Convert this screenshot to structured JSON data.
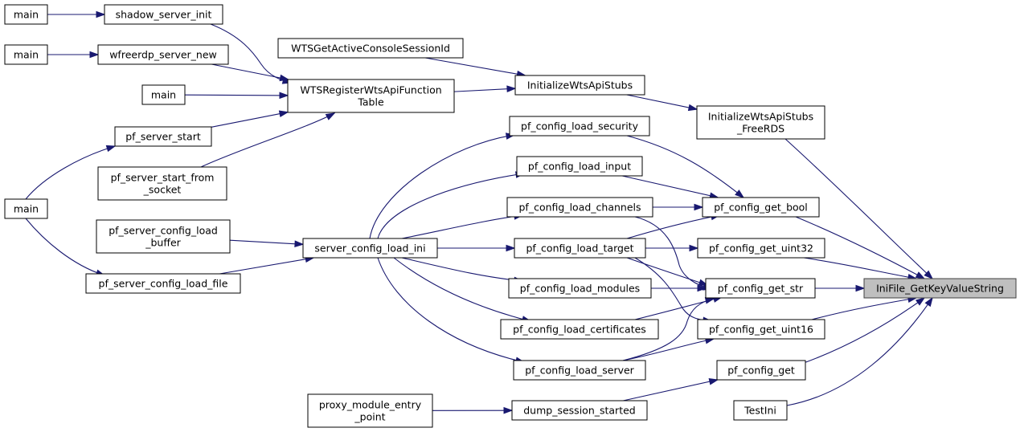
{
  "diagram": {
    "nodes": [
      {
        "id": "main1",
        "label": "main"
      },
      {
        "id": "shadow_server_init",
        "label": "shadow_server_init"
      },
      {
        "id": "main2",
        "label": "main"
      },
      {
        "id": "wfreerdp_server_new",
        "label": "wfreerdp_server_new"
      },
      {
        "id": "main3",
        "label": "main"
      },
      {
        "id": "WTSGetActiveConsoleSessionId",
        "label": "WTSGetActiveConsoleSessionId"
      },
      {
        "id": "WTSRegisterWtsApiFunctionTable",
        "label": "WTSRegisterWtsApiFunction\nTable"
      },
      {
        "id": "InitializeWtsApiStubs",
        "label": "InitializeWtsApiStubs"
      },
      {
        "id": "InitializeWtsApiStubs_FreeRDS",
        "label": "InitializeWtsApiStubs\n_FreeRDS"
      },
      {
        "id": "pf_server_start",
        "label": "pf_server_start"
      },
      {
        "id": "pf_server_start_from_socket",
        "label": "pf_server_start_from\n_socket"
      },
      {
        "id": "main4",
        "label": "main"
      },
      {
        "id": "pf_server_config_load_buffer",
        "label": "pf_server_config_load\n_buffer"
      },
      {
        "id": "pf_server_config_load_file",
        "label": "pf_server_config_load_file"
      },
      {
        "id": "server_config_load_ini",
        "label": "server_config_load_ini"
      },
      {
        "id": "pf_config_load_security",
        "label": "pf_config_load_security"
      },
      {
        "id": "pf_config_load_input",
        "label": "pf_config_load_input"
      },
      {
        "id": "pf_config_load_channels",
        "label": "pf_config_load_channels"
      },
      {
        "id": "pf_config_load_target",
        "label": "pf_config_load_target"
      },
      {
        "id": "pf_config_load_modules",
        "label": "pf_config_load_modules"
      },
      {
        "id": "pf_config_load_certificates",
        "label": "pf_config_load_certificates"
      },
      {
        "id": "pf_config_load_server",
        "label": "pf_config_load_server"
      },
      {
        "id": "proxy_module_entry_point",
        "label": "proxy_module_entry\n_point"
      },
      {
        "id": "dump_session_started",
        "label": "dump_session_started"
      },
      {
        "id": "pf_config_get_bool",
        "label": "pf_config_get_bool"
      },
      {
        "id": "pf_config_get_uint32",
        "label": "pf_config_get_uint32"
      },
      {
        "id": "pf_config_get_str",
        "label": "pf_config_get_str"
      },
      {
        "id": "pf_config_get_uint16",
        "label": "pf_config_get_uint16"
      },
      {
        "id": "pf_config_get",
        "label": "pf_config_get"
      },
      {
        "id": "TestIni",
        "label": "TestIni"
      },
      {
        "id": "IniFile_GetKeyValueString",
        "label": "IniFile_GetKeyValueString",
        "highlight": true
      }
    ],
    "edges": [
      {
        "from": "main1",
        "to": "shadow_server_init"
      },
      {
        "from": "main2",
        "to": "wfreerdp_server_new"
      },
      {
        "from": "shadow_server_init",
        "to": "WTSRegisterWtsApiFunctionTable"
      },
      {
        "from": "wfreerdp_server_new",
        "to": "WTSRegisterWtsApiFunctionTable"
      },
      {
        "from": "main3",
        "to": "WTSRegisterWtsApiFunctionTable"
      },
      {
        "from": "pf_server_start",
        "to": "WTSRegisterWtsApiFunctionTable"
      },
      {
        "from": "pf_server_start_from_socket",
        "to": "WTSRegisterWtsApiFunctionTable"
      },
      {
        "from": "main4",
        "to": "pf_server_start"
      },
      {
        "from": "main4",
        "to": "pf_server_config_load_file"
      },
      {
        "from": "WTSGetActiveConsoleSessionId",
        "to": "InitializeWtsApiStubs"
      },
      {
        "from": "WTSRegisterWtsApiFunctionTable",
        "to": "InitializeWtsApiStubs"
      },
      {
        "from": "InitializeWtsApiStubs",
        "to": "InitializeWtsApiStubs_FreeRDS"
      },
      {
        "from": "InitializeWtsApiStubs_FreeRDS",
        "to": "IniFile_GetKeyValueString"
      },
      {
        "from": "pf_server_config_load_buffer",
        "to": "server_config_load_ini"
      },
      {
        "from": "pf_server_config_load_file",
        "to": "server_config_load_ini"
      },
      {
        "from": "server_config_load_ini",
        "to": "pf_config_load_security"
      },
      {
        "from": "server_config_load_ini",
        "to": "pf_config_load_input"
      },
      {
        "from": "server_config_load_ini",
        "to": "pf_config_load_channels"
      },
      {
        "from": "server_config_load_ini",
        "to": "pf_config_load_target"
      },
      {
        "from": "server_config_load_ini",
        "to": "pf_config_load_modules"
      },
      {
        "from": "server_config_load_ini",
        "to": "pf_config_load_certificates"
      },
      {
        "from": "server_config_load_ini",
        "to": "pf_config_load_server"
      },
      {
        "from": "pf_config_load_security",
        "to": "pf_config_get_bool"
      },
      {
        "from": "pf_config_load_input",
        "to": "pf_config_get_bool"
      },
      {
        "from": "pf_config_load_channels",
        "to": "pf_config_get_bool"
      },
      {
        "from": "pf_config_load_channels",
        "to": "pf_config_get_str"
      },
      {
        "from": "pf_config_load_target",
        "to": "pf_config_get_bool"
      },
      {
        "from": "pf_config_load_target",
        "to": "pf_config_get_uint32"
      },
      {
        "from": "pf_config_load_target",
        "to": "pf_config_get_str"
      },
      {
        "from": "pf_config_load_target",
        "to": "pf_config_get_uint16"
      },
      {
        "from": "pf_config_load_modules",
        "to": "pf_config_get_str"
      },
      {
        "from": "pf_config_load_certificates",
        "to": "pf_config_get_str"
      },
      {
        "from": "pf_config_load_server",
        "to": "pf_config_get_str"
      },
      {
        "from": "pf_config_load_server",
        "to": "pf_config_get_uint16"
      },
      {
        "from": "proxy_module_entry_point",
        "to": "dump_session_started"
      },
      {
        "from": "dump_session_started",
        "to": "pf_config_get"
      },
      {
        "from": "pf_config_get_bool",
        "to": "IniFile_GetKeyValueString"
      },
      {
        "from": "pf_config_get_uint32",
        "to": "IniFile_GetKeyValueString"
      },
      {
        "from": "pf_config_get_str",
        "to": "IniFile_GetKeyValueString"
      },
      {
        "from": "pf_config_get_uint16",
        "to": "IniFile_GetKeyValueString"
      },
      {
        "from": "pf_config_get",
        "to": "IniFile_GetKeyValueString"
      },
      {
        "from": "TestIni",
        "to": "IniFile_GetKeyValueString"
      }
    ]
  }
}
